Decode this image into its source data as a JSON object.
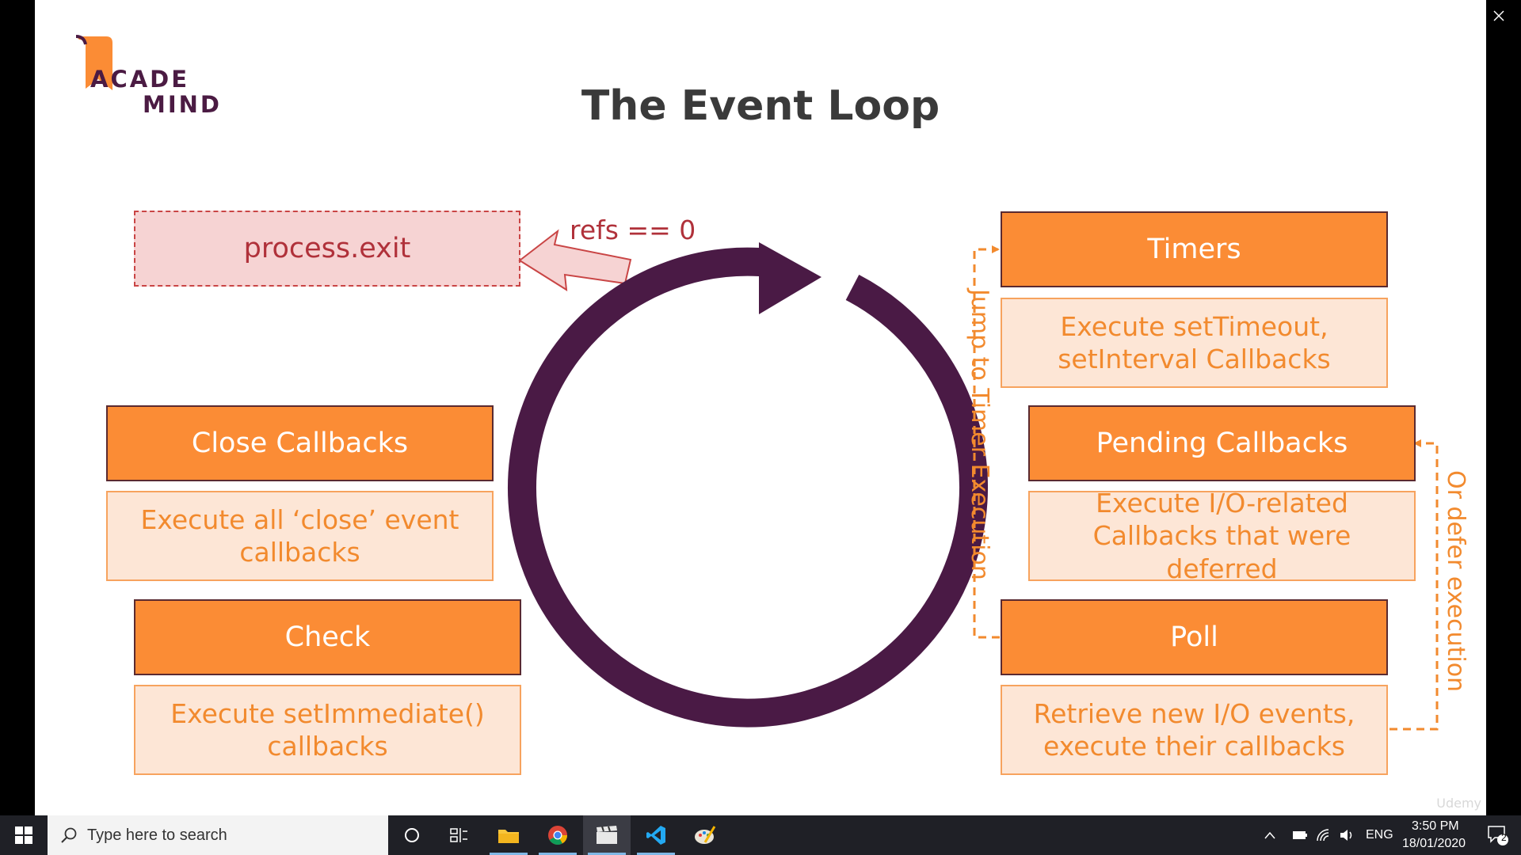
{
  "slide": {
    "logo_line1": "ACADE",
    "logo_line2": "MIND",
    "title": "The Event Loop",
    "exit_label": "process.exit",
    "refs_label": "refs == 0",
    "phases": {
      "timers": {
        "label": "Timers",
        "desc": "Execute setTimeout,\nsetInterval Callbacks"
      },
      "pending": {
        "label": "Pending Callbacks",
        "desc": "Execute I/O-related\nCallbacks that were deferred"
      },
      "poll": {
        "label": "Poll",
        "desc": "Retrieve new I/O events,\nexecute their callbacks"
      },
      "check": {
        "label": "Check",
        "desc": "Execute setImmediate()\ncallbacks"
      },
      "close": {
        "label": "Close Callbacks",
        "desc": "Execute all ‘close’ event\ncallbacks"
      }
    },
    "jump_label": "Jump to Timer Execution",
    "defer_label": "Or defer execution",
    "watermark": "Udemy"
  },
  "taskbar": {
    "search_placeholder": "Type here to search",
    "time": "3:50 PM",
    "date": "18/01/2020",
    "language": "ENG",
    "notification_count": "2"
  },
  "colors": {
    "stage_fill": "#fb8c35",
    "desc_fill": "#fde6d6",
    "desc_text": "#f28a2e",
    "loop": "#4a1a45",
    "exit_fill": "#f6d3d3",
    "exit_text": "#b0313a"
  }
}
